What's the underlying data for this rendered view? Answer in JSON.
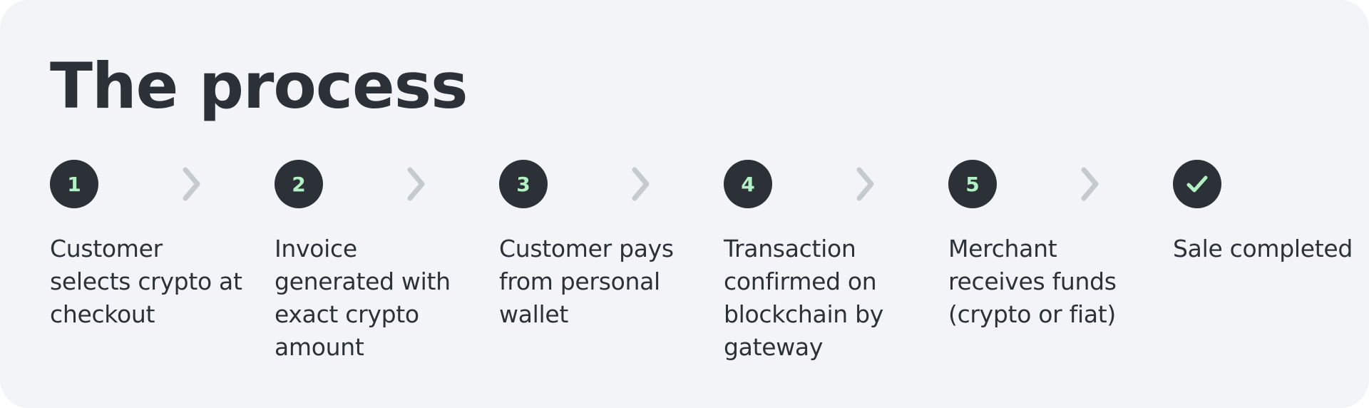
{
  "title": "The process",
  "steps": [
    {
      "number": "1",
      "label": "Customer selects crypto at checkout"
    },
    {
      "number": "2",
      "label": "Invoice generated with exact crypto amount"
    },
    {
      "number": "3",
      "label": "Customer pays from personal wallet"
    },
    {
      "number": "4",
      "label": "Transaction confirmed on blockchain by gateway"
    },
    {
      "number": "5",
      "label": "Merchant receives funds (crypto or fiat)"
    },
    {
      "number": "",
      "icon": "checkmark-icon",
      "label": "Sale completed"
    }
  ],
  "colors": {
    "background": "#f2f4f8",
    "text": "#2b3136",
    "badge_fill": "#2b3136",
    "badge_text": "#b3f0c4",
    "chevron": "#c5cacf"
  }
}
